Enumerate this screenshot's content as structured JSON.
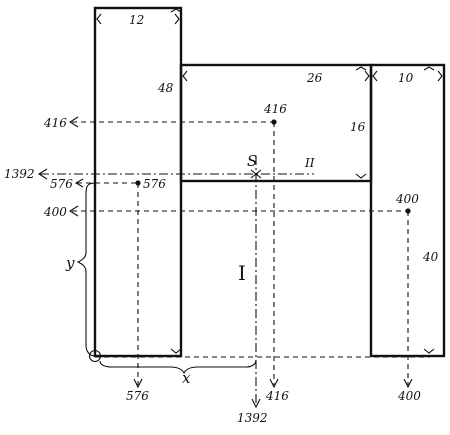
{
  "labels": {
    "top_width": "12",
    "left_height": "48",
    "mid_width": "26",
    "mid_height": "16",
    "right_width": "10",
    "right_height": "40",
    "x_416": "416",
    "x_1392": "1392",
    "x_576": "576",
    "x_400": "400",
    "y_416": "416",
    "y_1392": "1392",
    "y_576": "576",
    "y_400": "400",
    "pt_416": "416",
    "pt_576": "576",
    "pt_400": "400",
    "axis_x": "x",
    "axis_y": "y",
    "centroid": "S",
    "region_I": "I",
    "region_II": "II"
  }
}
